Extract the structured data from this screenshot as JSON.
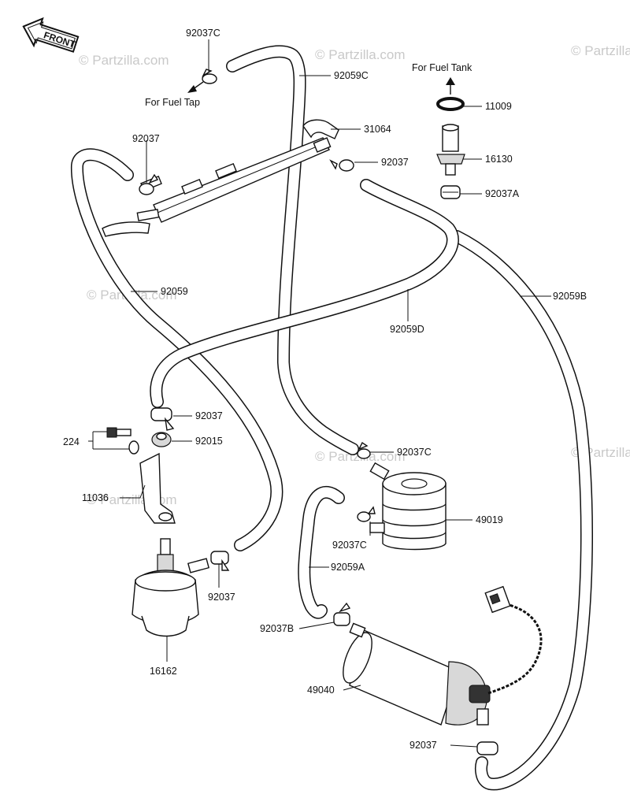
{
  "front_badge": "FRONT",
  "watermarks": [
    "© Partzilla.com",
    "© Partzilla.com",
    "© Partzilla.com",
    "© Partzilla.com",
    "© Partzilla.com",
    "© Partzilla.com",
    "© Partzilla.com"
  ],
  "annotations": {
    "fuel_tap": "For Fuel Tap",
    "fuel_tank": "For Fuel Tank"
  },
  "callouts": {
    "c92037C_top": "92037C",
    "c92059C": "92059C",
    "c31064": "31064",
    "c92037_a": "92037",
    "c92037_b": "92037",
    "c11009": "11009",
    "c16130": "16130",
    "c92037A": "92037A",
    "c92059": "92059",
    "c92059B": "92059B",
    "c92059D": "92059D",
    "c92037_c": "92037",
    "c224": "224",
    "c92015": "92015",
    "c11036": "11036",
    "c92037C_mid": "92037C",
    "c49019": "49019",
    "c92037C_low": "92037C",
    "c92059A": "92059A",
    "c92037_d": "92037",
    "c92037B": "92037B",
    "c16162": "16162",
    "c49040": "49040",
    "c92037_e": "92037"
  }
}
